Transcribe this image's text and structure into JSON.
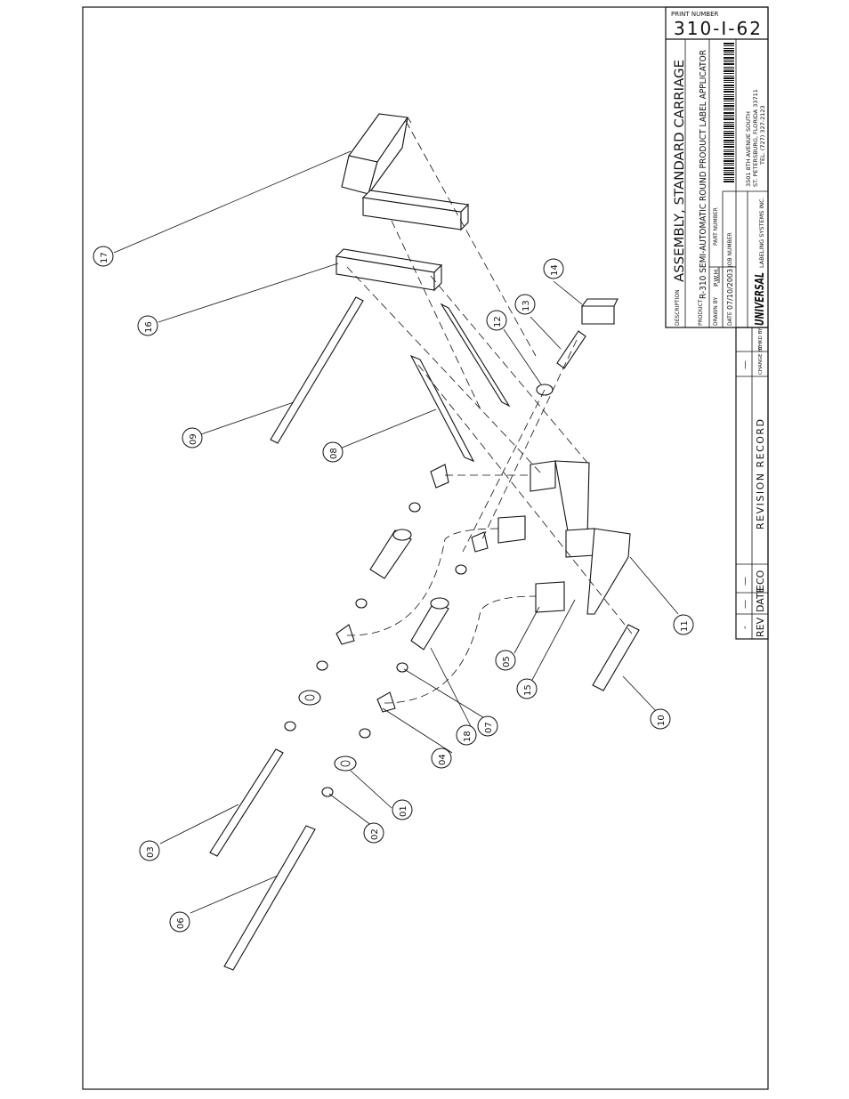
{
  "title_block": {
    "print_number_label": "PRINT NUMBER",
    "print_number": "310-I-62",
    "description_label": "DESCRIPTION",
    "description": "ASSEMBLY, STANDARD CARRIAGE",
    "product_label": "PRODUCT",
    "product": "R-310 SEMI-AUTOMATIC ROUND PRODUCT LABEL APPLICATOR",
    "drawn_by_label": "DRAWN BY",
    "drawn_by": "P.W.H.",
    "part_number_label": "PART NUMBER",
    "job_number_label": "JOB NUMBER",
    "date_label": "DATE",
    "date": "07/10/2003",
    "company_logo": "UNIVERSAL",
    "company_name": "LABELING SYSTEMS INC.",
    "address_1": "3501 8TH AVENUE SOUTH",
    "address_2": "ST. PETERSBURG, FLORIDA 33711",
    "phone": "TEL. (727) 327-2123",
    "change_by_label": "CHANGE BY",
    "chkd_by_label": "CHKD BY"
  },
  "revision_record": {
    "title": "REVISION RECORD",
    "columns": [
      "REV",
      "DATE",
      "ECO"
    ],
    "row_marks": [
      "-",
      "—",
      "—",
      "—"
    ]
  },
  "callouts": [
    "01",
    "02",
    "03",
    "04",
    "05",
    "06",
    "07",
    "08",
    "09",
    "10",
    "11",
    "12",
    "13",
    "14",
    "15",
    "16",
    "17",
    "18"
  ]
}
